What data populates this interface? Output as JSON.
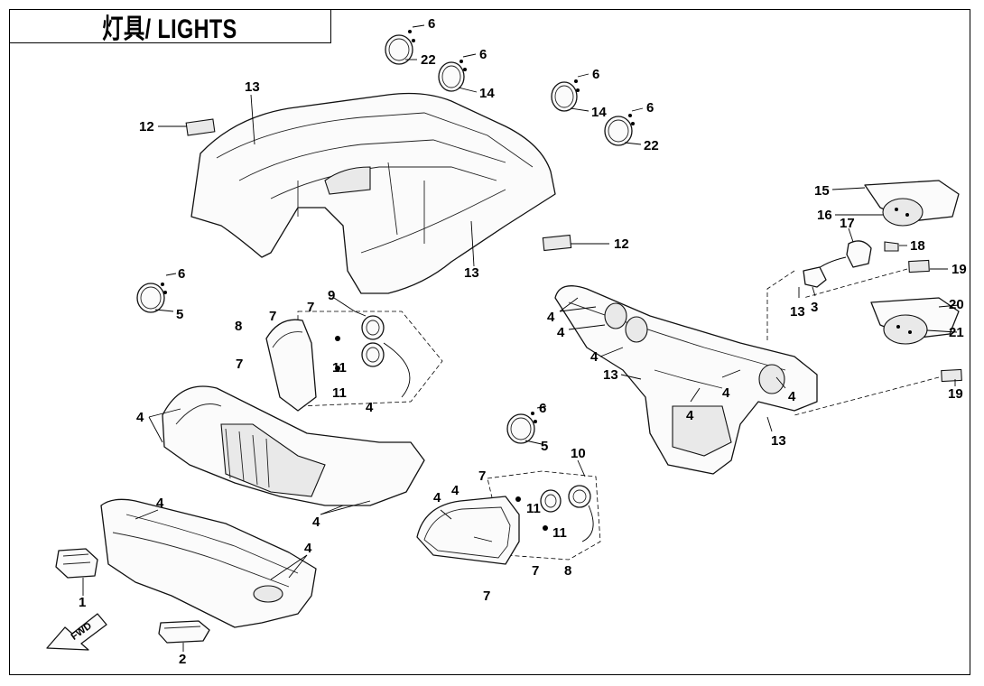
{
  "title": "灯具/ LIGHTS",
  "fwd_label": "FWD",
  "callouts": [
    {
      "label": "6"
    },
    {
      "label": "22"
    },
    {
      "label": "6"
    },
    {
      "label": "14"
    },
    {
      "label": "6"
    },
    {
      "label": "14"
    },
    {
      "label": "6"
    },
    {
      "label": "22"
    },
    {
      "label": "13"
    },
    {
      "label": "12"
    },
    {
      "label": "12"
    },
    {
      "label": "13"
    },
    {
      "label": "15"
    },
    {
      "label": "16"
    },
    {
      "label": "17"
    },
    {
      "label": "18"
    },
    {
      "label": "19"
    },
    {
      "label": "13"
    },
    {
      "label": "3"
    },
    {
      "label": "20"
    },
    {
      "label": "21"
    },
    {
      "label": "19"
    },
    {
      "label": "6"
    },
    {
      "label": "5"
    },
    {
      "label": "9"
    },
    {
      "label": "7"
    },
    {
      "label": "7"
    },
    {
      "label": "8"
    },
    {
      "label": "7"
    },
    {
      "label": "11"
    },
    {
      "label": "11"
    },
    {
      "label": "4"
    },
    {
      "label": "4"
    },
    {
      "label": "4"
    },
    {
      "label": "4"
    },
    {
      "label": "4"
    },
    {
      "label": "4"
    },
    {
      "label": "13"
    },
    {
      "label": "4"
    },
    {
      "label": "4"
    },
    {
      "label": "4"
    },
    {
      "label": "13"
    },
    {
      "label": "6"
    },
    {
      "label": "5"
    },
    {
      "label": "10"
    },
    {
      "label": "7"
    },
    {
      "label": "4"
    },
    {
      "label": "4"
    },
    {
      "label": "11"
    },
    {
      "label": "11"
    },
    {
      "label": "4"
    },
    {
      "label": "4"
    },
    {
      "label": "7"
    },
    {
      "label": "8"
    },
    {
      "label": "7"
    },
    {
      "label": "1"
    },
    {
      "label": "2"
    }
  ]
}
